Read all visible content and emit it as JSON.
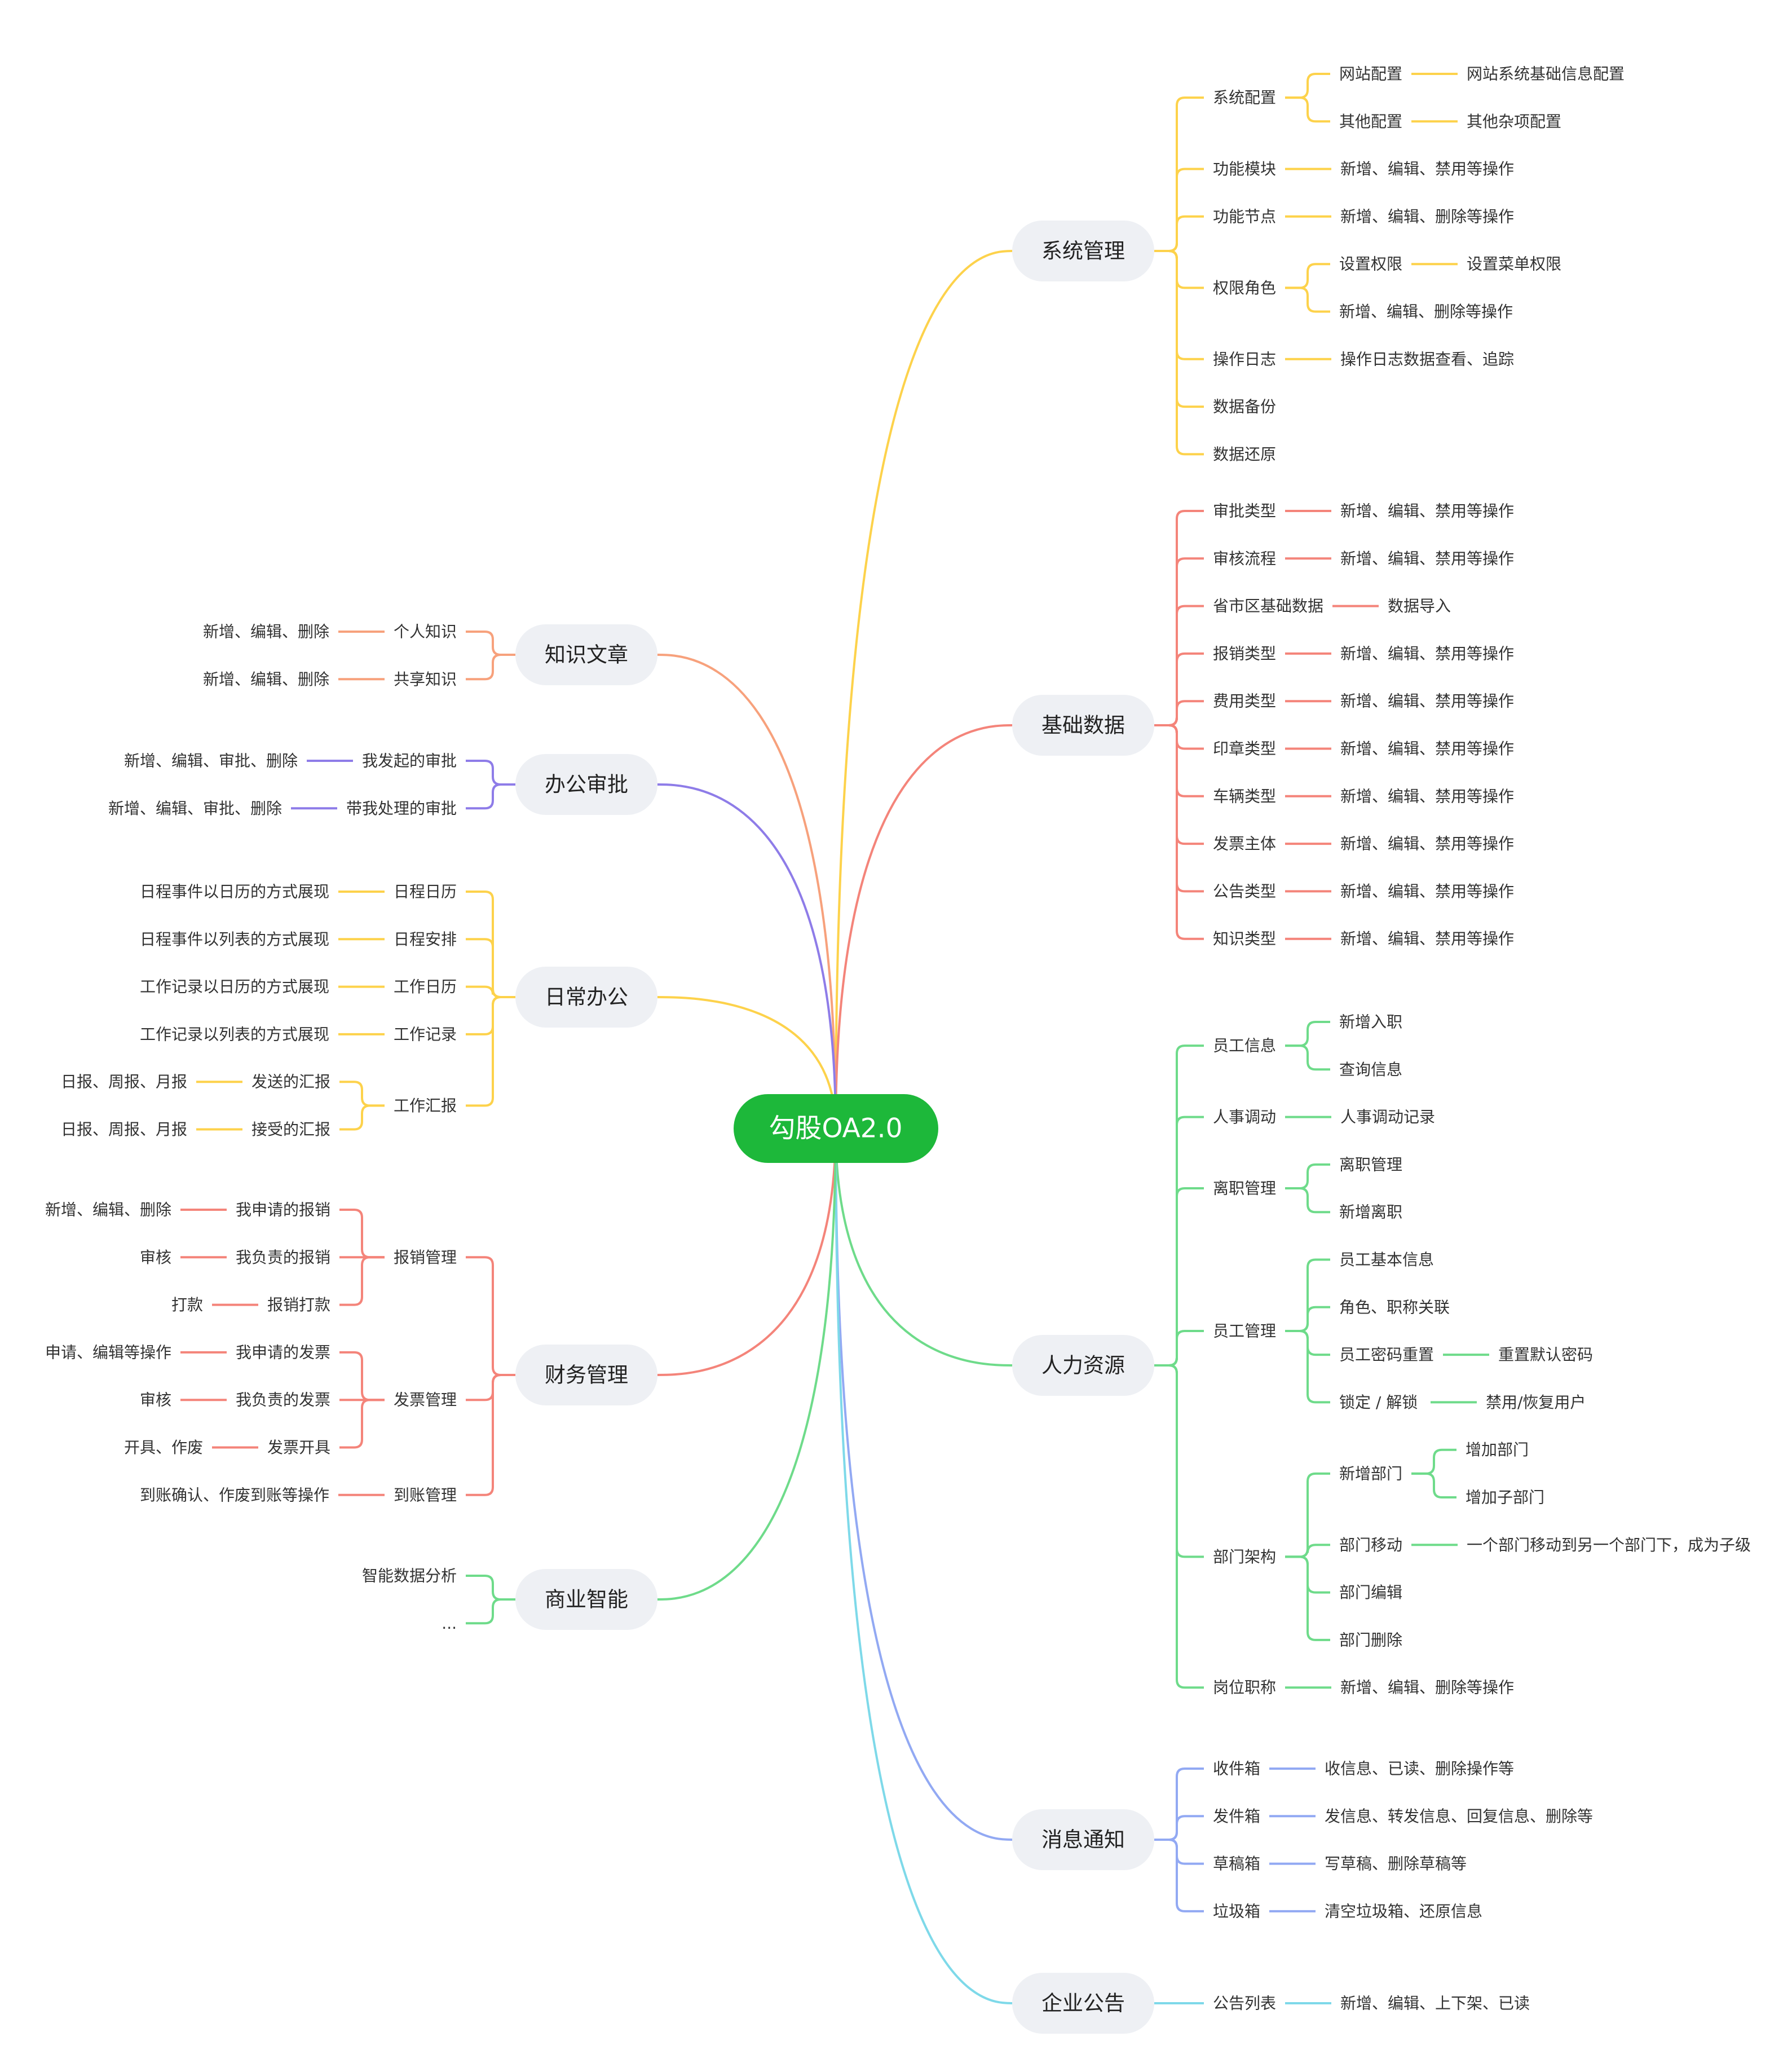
{
  "root": "勾股OA2.0",
  "colors": {
    "root_bg": "#1DB83A",
    "main_bg": "#EEF0F4",
    "yellow": "#FDD24B",
    "red": "#F4847A",
    "orange": "#F7A17C",
    "purple": "#8E7CE8",
    "green": "#6EDB8A",
    "blue": "#92A9F3",
    "cyan": "#7ED9E9"
  },
  "branches": [
    {
      "label": "系统管理",
      "color": "yellow",
      "children": [
        {
          "label": "系统配置",
          "children": [
            {
              "label": "网站配置",
              "children": [
                {
                  "label": "网站系统基础信息配置"
                }
              ]
            },
            {
              "label": "其他配置",
              "children": [
                {
                  "label": "其他杂项配置"
                }
              ]
            }
          ]
        },
        {
          "label": "功能模块",
          "children": [
            {
              "label": "新增、编辑、禁用等操作"
            }
          ]
        },
        {
          "label": "功能节点",
          "children": [
            {
              "label": "新增、编辑、删除等操作"
            }
          ]
        },
        {
          "label": "权限角色",
          "children": [
            {
              "label": "设置权限",
              "children": [
                {
                  "label": "设置菜单权限"
                }
              ]
            },
            {
              "label": "新增、编辑、删除等操作"
            }
          ]
        },
        {
          "label": "操作日志",
          "children": [
            {
              "label": "操作日志数据查看、追踪"
            }
          ]
        },
        {
          "label": "数据备份"
        },
        {
          "label": "数据还原"
        }
      ]
    },
    {
      "label": "基础数据",
      "color": "red",
      "children": [
        {
          "label": "审批类型",
          "children": [
            {
              "label": "新增、编辑、禁用等操作"
            }
          ]
        },
        {
          "label": "审核流程",
          "children": [
            {
              "label": "新增、编辑、禁用等操作"
            }
          ]
        },
        {
          "label": "省市区基础数据",
          "children": [
            {
              "label": "数据导入"
            }
          ]
        },
        {
          "label": "报销类型",
          "children": [
            {
              "label": "新增、编辑、禁用等操作"
            }
          ]
        },
        {
          "label": "费用类型",
          "children": [
            {
              "label": "新增、编辑、禁用等操作"
            }
          ]
        },
        {
          "label": "印章类型",
          "children": [
            {
              "label": "新增、编辑、禁用等操作"
            }
          ]
        },
        {
          "label": "车辆类型",
          "children": [
            {
              "label": "新增、编辑、禁用等操作"
            }
          ]
        },
        {
          "label": "发票主体",
          "children": [
            {
              "label": "新增、编辑、禁用等操作"
            }
          ]
        },
        {
          "label": "公告类型",
          "children": [
            {
              "label": "新增、编辑、禁用等操作"
            }
          ]
        },
        {
          "label": "知识类型",
          "children": [
            {
              "label": "新增、编辑、禁用等操作"
            }
          ]
        }
      ]
    },
    {
      "label": "人力资源",
      "color": "green",
      "children": [
        {
          "label": "员工信息",
          "children": [
            {
              "label": "新增入职"
            },
            {
              "label": "查询信息"
            }
          ]
        },
        {
          "label": "人事调动",
          "children": [
            {
              "label": "人事调动记录"
            }
          ]
        },
        {
          "label": "离职管理",
          "children": [
            {
              "label": "离职管理"
            },
            {
              "label": "新增离职"
            }
          ]
        },
        {
          "label": "员工管理",
          "children": [
            {
              "label": "员工基本信息"
            },
            {
              "label": "角色、职称关联"
            },
            {
              "label": "员工密码重置",
              "children": [
                {
                  "label": "重置默认密码"
                }
              ]
            },
            {
              "label": "锁定 / 解锁",
              "children": [
                {
                  "label": "禁用/恢复用户"
                }
              ]
            }
          ]
        },
        {
          "label": "部门架构",
          "children": [
            {
              "label": "新增部门",
              "children": [
                {
                  "label": "增加部门"
                },
                {
                  "label": "增加子部门"
                }
              ]
            },
            {
              "label": "部门移动",
              "children": [
                {
                  "label": "一个部门移动到另一个部门下，成为子级"
                }
              ]
            },
            {
              "label": "部门编辑"
            },
            {
              "label": "部门删除"
            }
          ]
        },
        {
          "label": "岗位职称",
          "children": [
            {
              "label": "新增、编辑、删除等操作"
            }
          ]
        }
      ]
    },
    {
      "label": "消息通知",
      "color": "blue",
      "children": [
        {
          "label": "收件箱",
          "children": [
            {
              "label": "收信息、已读、删除操作等"
            }
          ]
        },
        {
          "label": "发件箱",
          "children": [
            {
              "label": "发信息、转发信息、回复信息、删除等"
            }
          ]
        },
        {
          "label": "草稿箱",
          "children": [
            {
              "label": "写草稿、删除草稿等"
            }
          ]
        },
        {
          "label": "垃圾箱",
          "children": [
            {
              "label": "清空垃圾箱、还原信息"
            }
          ]
        }
      ]
    },
    {
      "label": "企业公告",
      "color": "cyan",
      "children": [
        {
          "label": "公告列表",
          "children": [
            {
              "label": "新增、编辑、上下架、已读"
            }
          ]
        }
      ]
    },
    {
      "label": "知识文章",
      "color": "orange",
      "children": [
        {
          "label": "个人知识",
          "children": [
            {
              "label": "新增、编辑、删除"
            }
          ]
        },
        {
          "label": "共享知识",
          "children": [
            {
              "label": "新增、编辑、删除"
            }
          ]
        }
      ]
    },
    {
      "label": "办公审批",
      "color": "purple",
      "children": [
        {
          "label": "我发起的审批",
          "children": [
            {
              "label": "新增、编辑、审批、删除"
            }
          ]
        },
        {
          "label": "带我处理的审批",
          "children": [
            {
              "label": "新增、编辑、审批、删除"
            }
          ]
        }
      ]
    },
    {
      "label": "日常办公",
      "color": "yellow",
      "children": [
        {
          "label": "日程日历",
          "children": [
            {
              "label": "日程事件以日历的方式展现"
            }
          ]
        },
        {
          "label": "日程安排",
          "children": [
            {
              "label": "日程事件以列表的方式展现"
            }
          ]
        },
        {
          "label": "工作日历",
          "children": [
            {
              "label": "工作记录以日历的方式展现"
            }
          ]
        },
        {
          "label": "工作记录",
          "children": [
            {
              "label": "工作记录以列表的方式展现"
            }
          ]
        },
        {
          "label": "工作汇报",
          "children": [
            {
              "label": "发送的汇报",
              "children": [
                {
                  "label": "日报、周报、月报"
                }
              ]
            },
            {
              "label": "接受的汇报",
              "children": [
                {
                  "label": "日报、周报、月报"
                }
              ]
            }
          ]
        }
      ]
    },
    {
      "label": "财务管理",
      "color": "red",
      "children": [
        {
          "label": "报销管理",
          "children": [
            {
              "label": "我申请的报销",
              "children": [
                {
                  "label": "新增、编辑、删除"
                }
              ]
            },
            {
              "label": "我负责的报销",
              "children": [
                {
                  "label": "审核"
                }
              ]
            },
            {
              "label": "报销打款",
              "children": [
                {
                  "label": "打款"
                }
              ]
            }
          ]
        },
        {
          "label": "发票管理",
          "children": [
            {
              "label": "我申请的发票",
              "children": [
                {
                  "label": "申请、编辑等操作"
                }
              ]
            },
            {
              "label": "我负责的发票",
              "children": [
                {
                  "label": "审核"
                }
              ]
            },
            {
              "label": "发票开具",
              "children": [
                {
                  "label": "开具、作废"
                }
              ]
            }
          ]
        },
        {
          "label": "到账管理",
          "children": [
            {
              "label": "到账确认、作废到账等操作"
            }
          ]
        }
      ]
    },
    {
      "label": "商业智能",
      "color": "green",
      "children": [
        {
          "label": "智能数据分析"
        },
        {
          "label": "..."
        }
      ]
    }
  ]
}
